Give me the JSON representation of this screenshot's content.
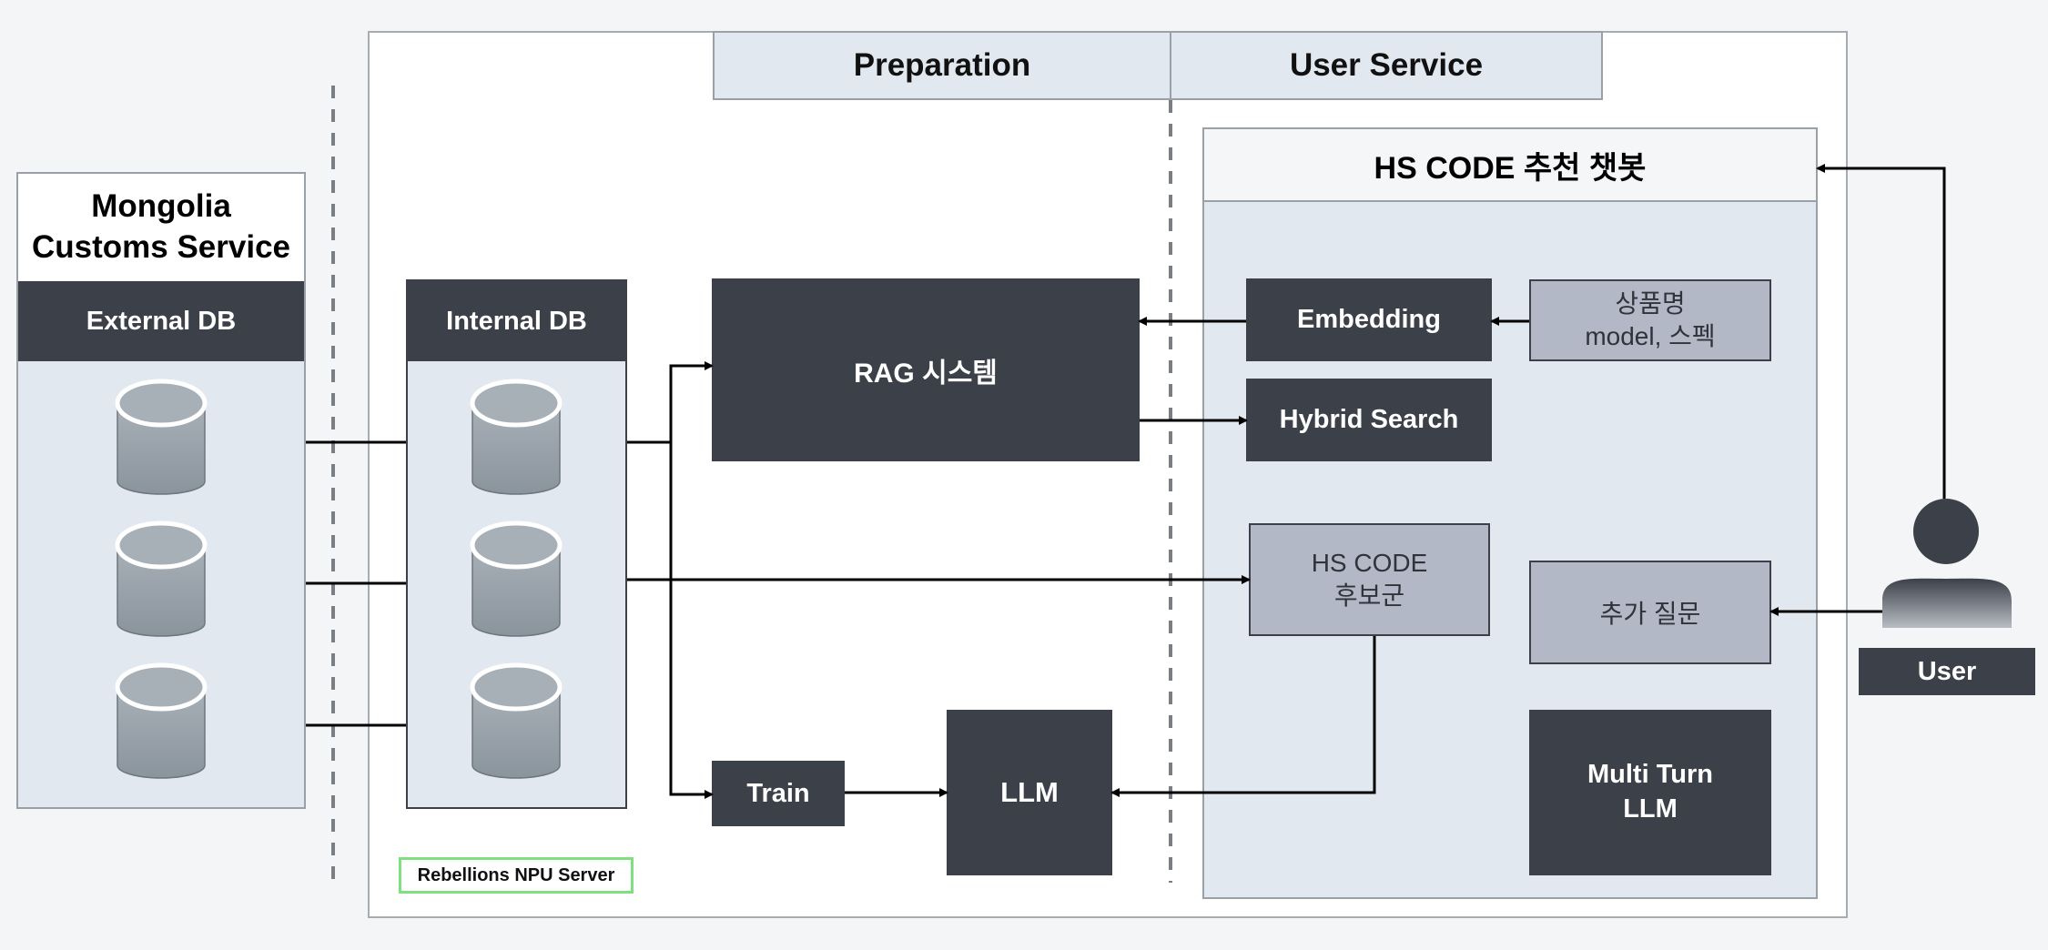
{
  "mongolia": {
    "title": "Mongolia\nCustoms Service",
    "external_db": "External DB"
  },
  "server": {
    "label": "Rebellions NPU Server",
    "internal_db": "Internal DB"
  },
  "phases": {
    "preparation": "Preparation",
    "user_service": "User Service"
  },
  "prep": {
    "rag": "RAG 시스템",
    "train": "Train",
    "llm": "LLM"
  },
  "chatbot": {
    "title": "HS CODE 추천 챗봇",
    "embedding": "Embedding",
    "hybrid_search": "Hybrid Search",
    "product_input": "상품명\nmodel, 스펙",
    "candidates": "HS CODE\n후보군",
    "extra_question": "추가 질문",
    "multi_turn": "Multi Turn\nLLM"
  },
  "user": {
    "label": "User"
  },
  "colors": {
    "dark_box": "#3b4049",
    "grey_box": "#b3b8c6",
    "pale_panel": "#e2e8f0",
    "server_legend_border": "#7ee07e"
  }
}
